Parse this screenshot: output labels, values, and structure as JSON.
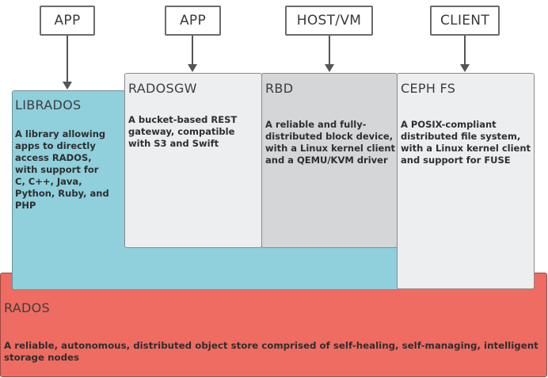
{
  "clients": [
    {
      "label": "APP"
    },
    {
      "label": "APP"
    },
    {
      "label": "HOST/VM"
    },
    {
      "label": "CLIENT"
    }
  ],
  "components": {
    "librados": {
      "title": "LIBRADOS",
      "description": "A library allowing apps to directly access RADOS, with support for C, C++, Java, Python, Ruby, and PHP",
      "color": "#8fd0dc"
    },
    "radosgw": {
      "title": "RADOSGW",
      "description": "A bucket-based REST gateway, compatible with S3 and Swift",
      "color": "#eceef0"
    },
    "rbd": {
      "title": "RBD",
      "description": "A reliable and fully-distributed block device, with a Linux kernel client and a QEMU/KVM driver",
      "color": "#d5d6d8"
    },
    "cephfs": {
      "title": "CEPH FS",
      "description": "A POSIX-compliant distributed file system, with a Linux kernel client and support for FUSE",
      "color": "#eceef0"
    },
    "rados": {
      "title": "RADOS",
      "description": "A reliable, autonomous, distributed object store comprised of self-healing, self-managing, intelligent storage nodes",
      "color": "#ee6c62"
    }
  }
}
